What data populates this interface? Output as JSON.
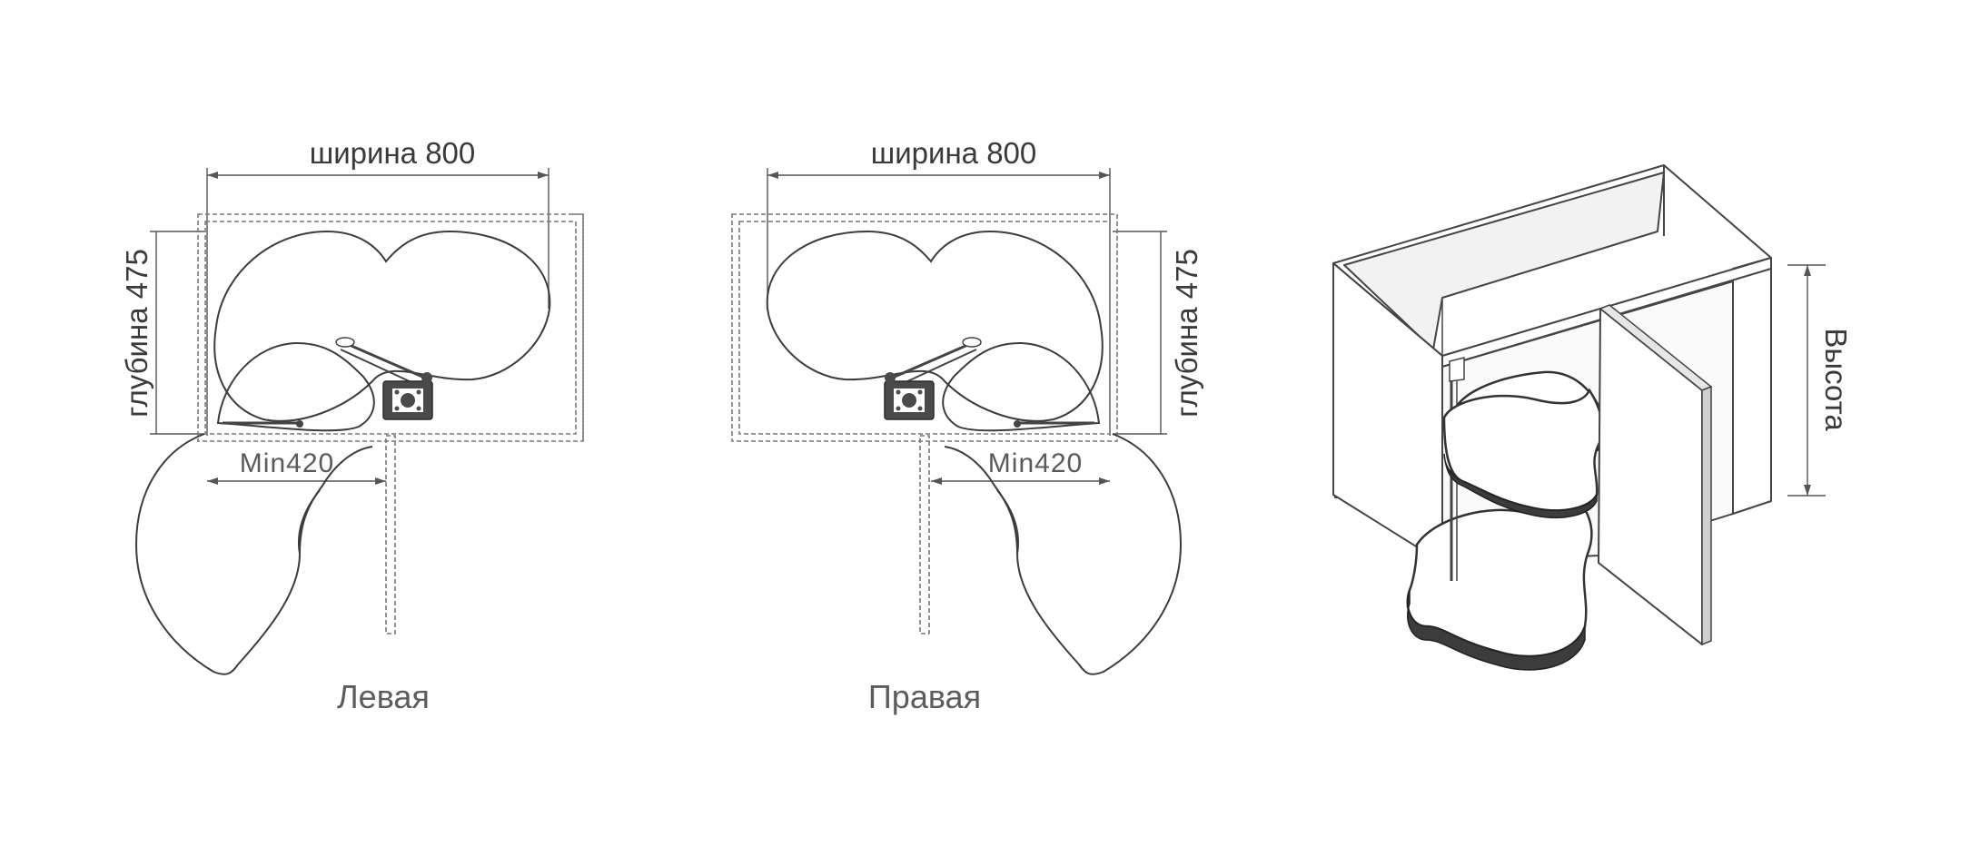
{
  "left_diagram": {
    "width_label": "ширина 800",
    "depth_label": "глубина 475",
    "min_label": "Min420",
    "caption": "Левая"
  },
  "right_diagram": {
    "width_label": "ширина 800",
    "depth_label": "глубина 475",
    "min_label": "Min420",
    "caption": "Правая"
  },
  "cabinet_3d": {
    "height_label": "Высота"
  }
}
